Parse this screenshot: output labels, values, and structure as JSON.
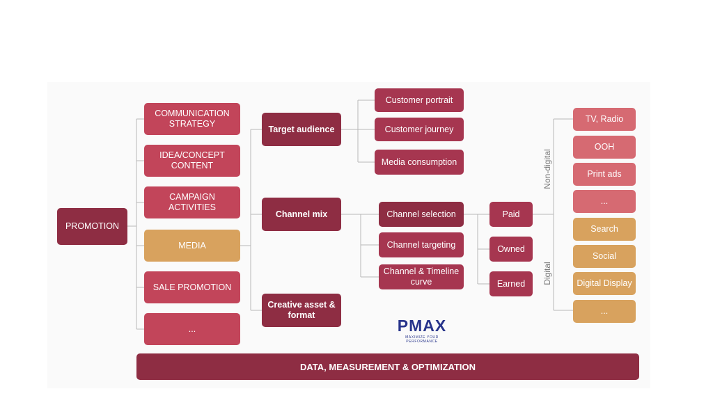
{
  "root": "PROMOTION",
  "level1": [
    "COMMUNICATION STRATEGY",
    "IDEA/CONCEPT CONTENT",
    "CAMPAIGN ACTIVITIES",
    "MEDIA",
    "SALE PROMOTION",
    "..."
  ],
  "level2": [
    "Target audience",
    "Channel mix",
    "Creative asset & format"
  ],
  "audience": [
    "Customer  portrait",
    "Customer journey",
    "Media consumption"
  ],
  "channels": [
    "Channel selection",
    "Channel targeting",
    "Channel & Timeline curve"
  ],
  "media_types": [
    "Paid",
    "Owned",
    "Earned"
  ],
  "groups": {
    "non_digital": "Non-digital",
    "digital": "Digital"
  },
  "non_digital_items": [
    "TV, Radio",
    "OOH",
    "Print ads",
    "..."
  ],
  "digital_items": [
    "Search",
    "Social",
    "Digital Display",
    "..."
  ],
  "footer": "DATA, MEASUREMENT & OPTIMIZATION",
  "logo": {
    "name": "PMAX",
    "tagline": "MAXIMIZE YOUR PERFORMANCE"
  },
  "colors": {
    "maroon": "#8e2d43",
    "rose": "#c2455a",
    "gold": "#d8a25e",
    "pink": "#d66a72",
    "logo": "#27348b"
  }
}
